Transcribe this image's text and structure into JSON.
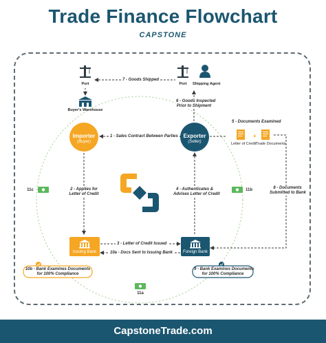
{
  "title": "Trade Finance Flowchart",
  "brand": "CAPSTONE",
  "footer": "CapstoneTrade.com",
  "nodes": {
    "importer": {
      "label": "Importer",
      "sub": "(Buyer)"
    },
    "exporter": {
      "label": "Exporter",
      "sub": "(Seller)"
    },
    "issuing_bank": {
      "label": "Issuing Bank"
    },
    "foreign_bank": {
      "label": "Foreign Bank"
    },
    "port_left": {
      "label": "Port"
    },
    "buyers_warehouse": {
      "label": "Buyer's Warehouse"
    },
    "port_right": {
      "label": "Port"
    },
    "shipping_agent": {
      "label": "Shipping Agent"
    },
    "letter_of_credit": {
      "label": "Letter of Credit"
    },
    "trade_documents": {
      "label": "Trade Documents"
    }
  },
  "steps": {
    "s1": "1 - Sales Contract Between Parties",
    "s2a": "2 - Applies for",
    "s2b": "Letter of Credit",
    "s3": "3 - Letter of Credit Issued",
    "s4a": "4 - Authenticates &",
    "s4b": "Advises Letter of Credit",
    "s5": "5 - Documents Examined",
    "s6a": "6 - Goods Inspected",
    "s6b": "Prior to Shipment",
    "s7": "7 - Goods Shipped",
    "s8a": "8 - Documents",
    "s8b": "Submitted to Bank",
    "s9a": "9 - Bank Examines Documents",
    "s9b": "for 100% Compliance",
    "s10a": "10a - Docs Sent to Issuing Bank",
    "s10b_a": "10b - Bank Examines Documents",
    "s10b_b": "for 100% Compliance",
    "s11a": "11a",
    "s11b": "11b",
    "s11c": "11c"
  },
  "colors": {
    "navy": "#1b5670",
    "orange": "#f5a623",
    "green": "#5cb85c",
    "dark": "#2b3a42"
  }
}
